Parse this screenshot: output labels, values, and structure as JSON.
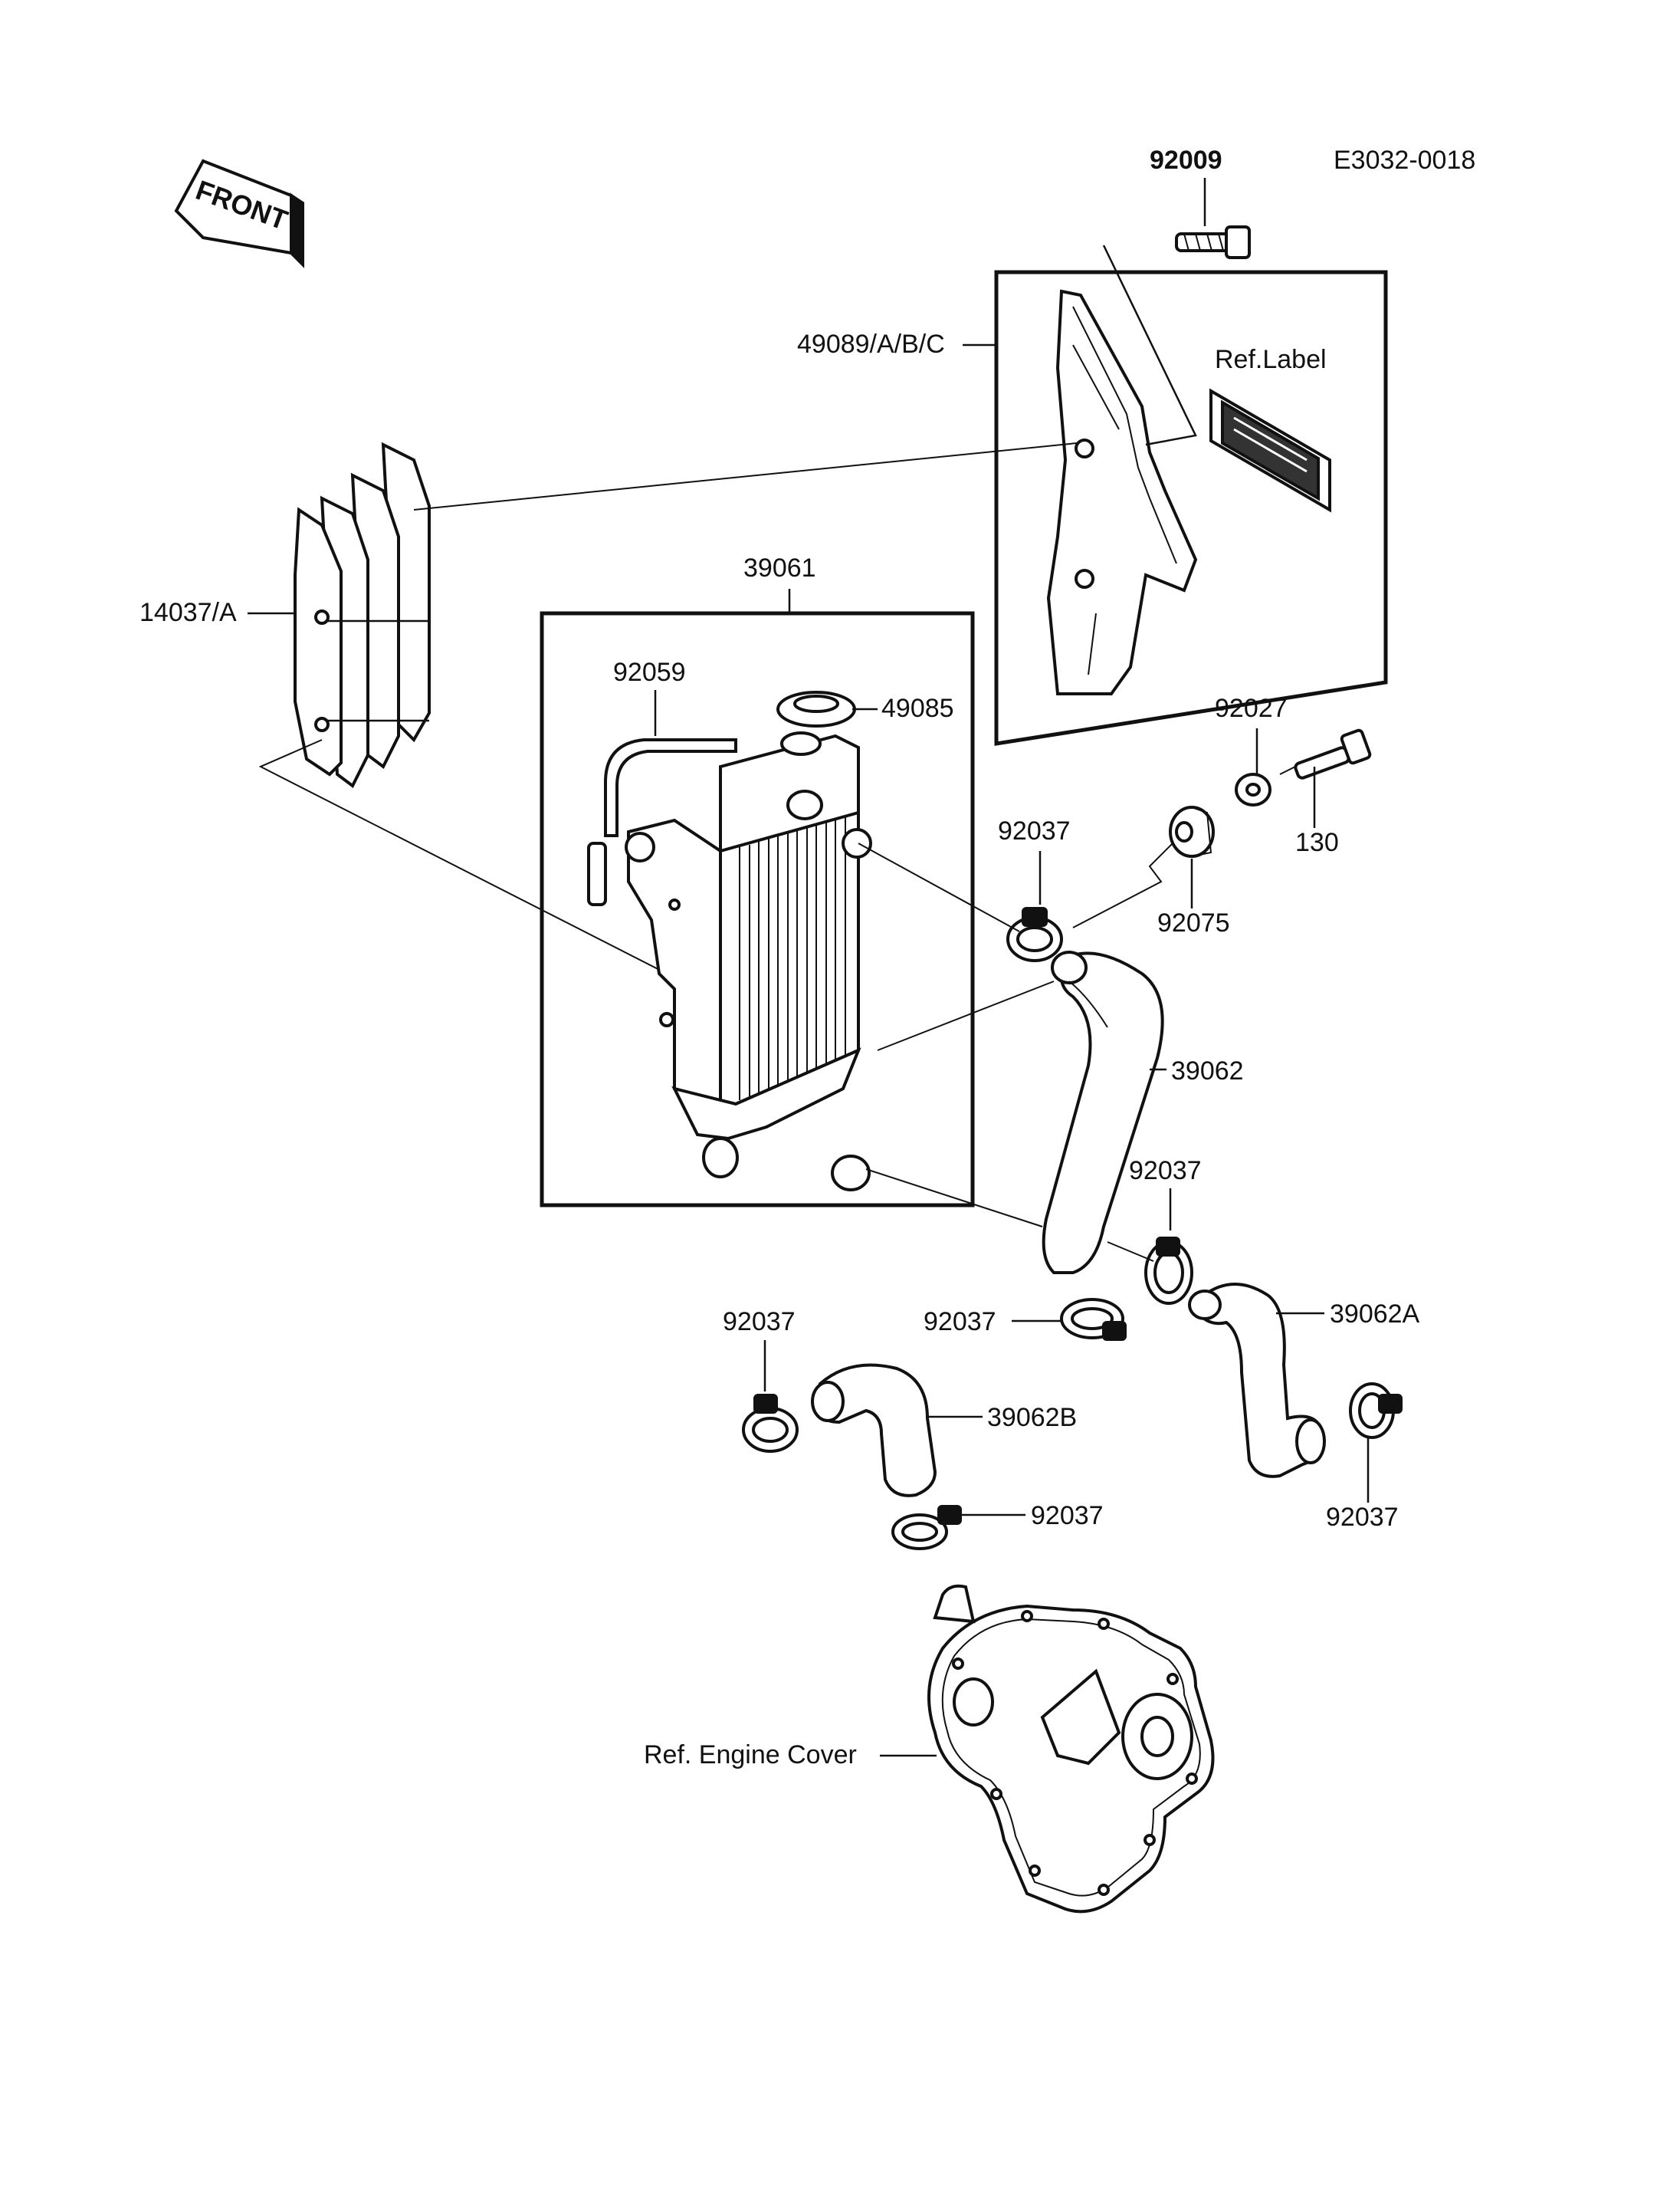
{
  "diagram_code": "E3032-0018",
  "front_label": "FRONT",
  "labels": {
    "bolt_top": "92009",
    "shroud": "49089/A/B/C",
    "ref_label": "Ref.Label",
    "guard": "14037/A",
    "radiator": "39061",
    "breather_hose": "92059",
    "radiator_cap": "49085",
    "collar": "92027",
    "bolt_side": "130",
    "grommet": "92075",
    "clamp_upper": "92037",
    "hose_main": "39062",
    "clamp_mid": "92037",
    "clamp_center": "92037",
    "hose_a": "39062A",
    "clamp_left": "92037",
    "hose_b": "39062B",
    "clamp_bottom": "92037",
    "clamp_right": "92037",
    "engine_cover": "Ref. Engine Cover"
  }
}
